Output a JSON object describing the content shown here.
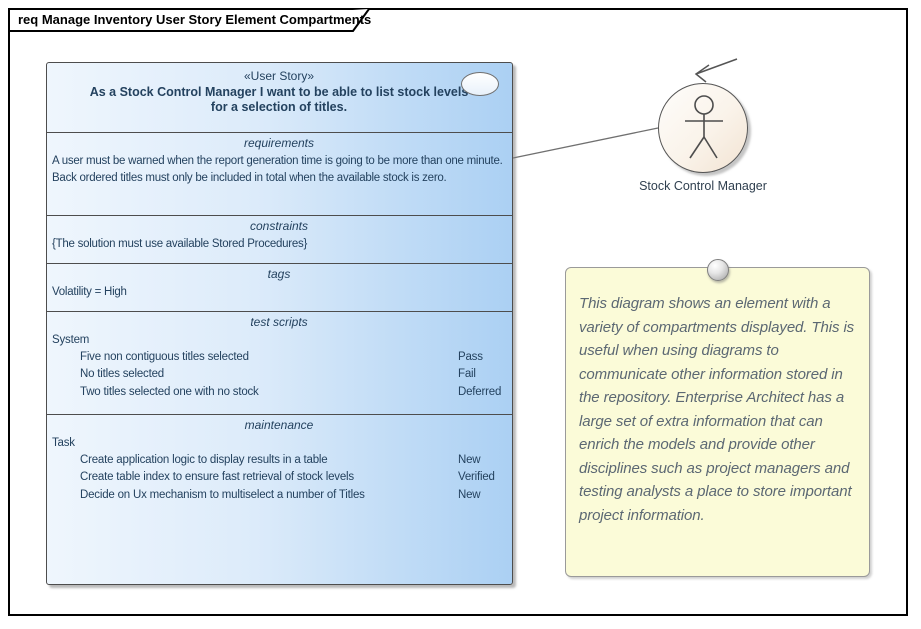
{
  "frame": {
    "title": "req Manage Inventory User Story Element Compartments"
  },
  "user_story": {
    "stereotype": "«User Story»",
    "name": "As a Stock Control Manager I want to be able to list stock levels for a selection of titles.",
    "compartments": [
      {
        "title": "requirements",
        "lines": [
          "A user must be warned when the report generation time is going to be more than one minute.",
          "Back ordered titles must only be included in total when the available stock is zero."
        ]
      },
      {
        "title": "constraints",
        "lines": [
          "{The solution must use available Stored Procedures}"
        ]
      },
      {
        "title": "tags",
        "lines": [
          "Volatility = High"
        ]
      },
      {
        "title": "test scripts",
        "group": "System",
        "items": [
          {
            "text": "Five non contiguous titles selected",
            "status": "Pass"
          },
          {
            "text": "No titles selected",
            "status": "Fail"
          },
          {
            "text": "Two titles selected one with no stock",
            "status": "Deferred"
          }
        ]
      },
      {
        "title": "maintenance",
        "group": "Task",
        "items": [
          {
            "text": "Create application logic to display results in a table",
            "status": "New"
          },
          {
            "text": "Create table index to ensure fast retrieval of stock levels",
            "status": "Verified"
          },
          {
            "text": "Decide on Ux mechanism to multiselect a number of Titles",
            "status": "New"
          }
        ]
      }
    ]
  },
  "actor": {
    "label": "Stock Control Manager"
  },
  "note": {
    "text": "This diagram shows an element with a variety of compartments displayed. This is useful when using diagrams to communicate other information stored in the repository. Enterprise Architect has a large set of extra information that can enrich the models and provide other disciplines such as project managers and testing analysts a place to store important project information."
  },
  "colors": {
    "element_fill_left": "#eff6fd",
    "element_fill_right": "#abd0f3",
    "element_border": "#4d4d4d",
    "element_text": "#24425f",
    "note_fill": "#fbfbd8",
    "note_border": "#9a9a9a",
    "note_text": "#5c6873",
    "actor_fill": "#f7ecdf",
    "frame_border": "#000000"
  }
}
